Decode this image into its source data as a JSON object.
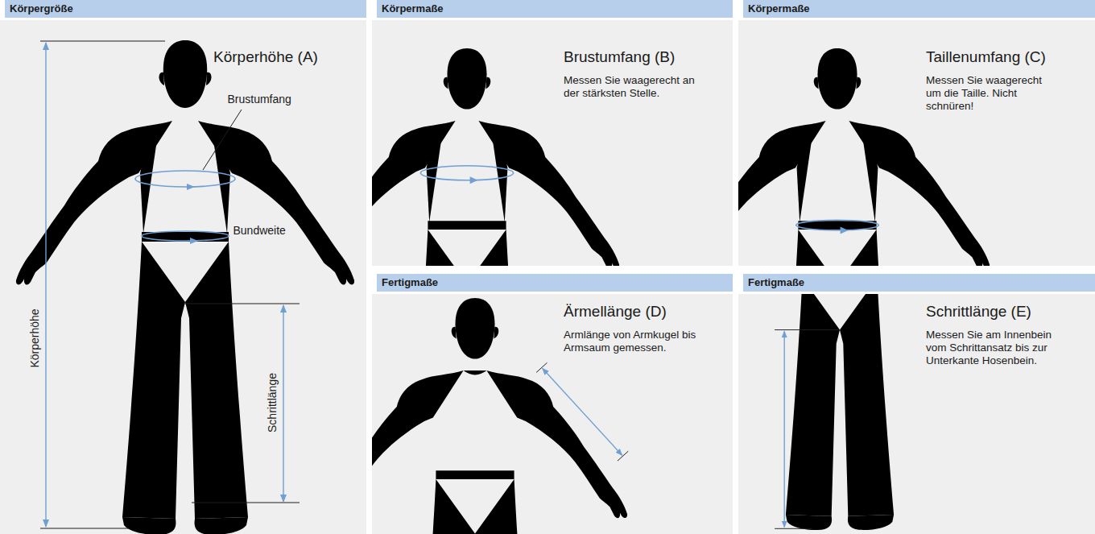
{
  "diagram": {
    "nodes": [
      {
        "text": [
          "Körpergröße",
          "Körperhöhe (A)"
        ]
      },
      {
        "text": [
          "Körpermaße",
          "Brustumfang (B)",
          "Messen Sie waagerecht an der stärksten Stelle."
        ]
      },
      {
        "text": [
          "Körpermaße",
          "Taillenumfang (C)",
          "Messen Sie waagerecht um die Taille. Nicht schnüren!"
        ]
      },
      {
        "text": [
          "Fertigmaße",
          "Ärmellänge (D)",
          "Armlänge von Armkugel bis Armsaum gemessen."
        ]
      },
      {
        "text": [
          "Fertigmaße",
          "Schrittlänge (E)",
          "Messen Sie am Innenbein vom Schrittansatz bis zur Unterkante Hosenbein."
        ]
      }
    ],
    "labels": [
      "Brustumfang",
      "Bundweite",
      "Körperhöhe",
      "Schrittlänge"
    ]
  }
}
